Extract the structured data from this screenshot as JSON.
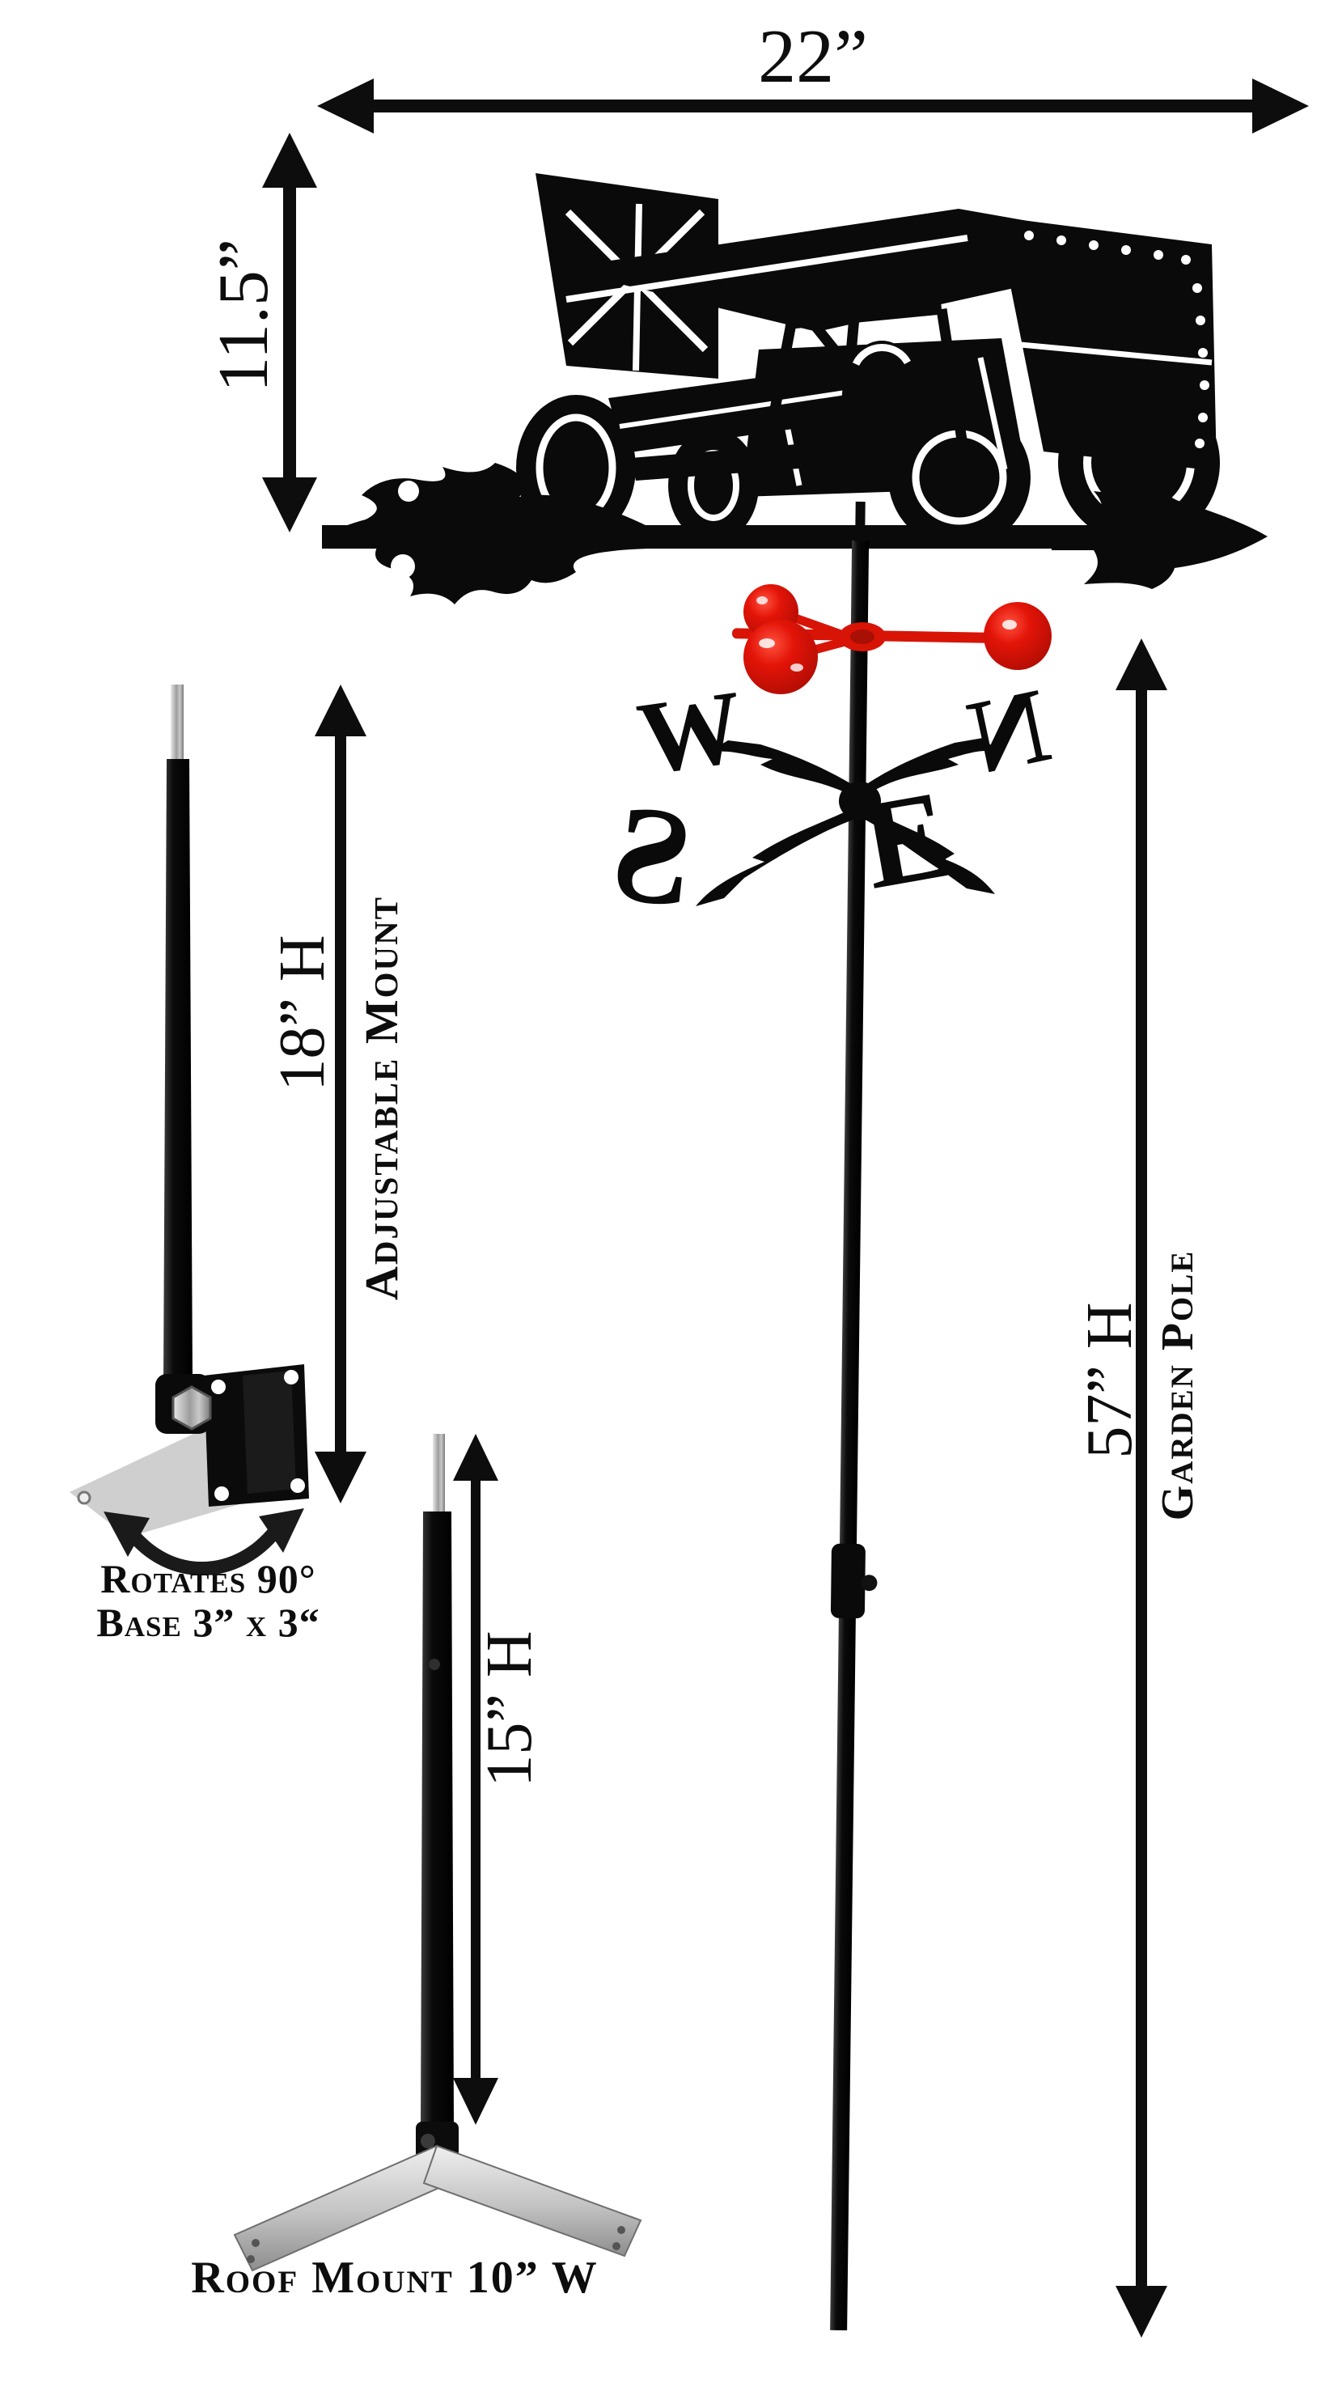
{
  "figure": {
    "background": "#ffffff",
    "ink_color": "#0d0d0d",
    "accent_red": "#d81407"
  },
  "dimensions": {
    "vane_width": "22”",
    "vane_height": "11.5”",
    "adjustable_mount_height": "18” H",
    "roof_mount_pole_height": "15” H",
    "garden_pole_height": "57” H"
  },
  "mounts": {
    "adjustable_mount_label": "Adjustable Mount",
    "adjustable_mount_note_line1": "Rotates 90°",
    "adjustable_mount_note_line2": "Base 3” x 3“",
    "roof_mount_label": "Roof Mount 10” W",
    "garden_pole_label": "Garden Pole"
  },
  "compass": {
    "west": "W",
    "north": "N",
    "south": "S",
    "east": "E"
  }
}
